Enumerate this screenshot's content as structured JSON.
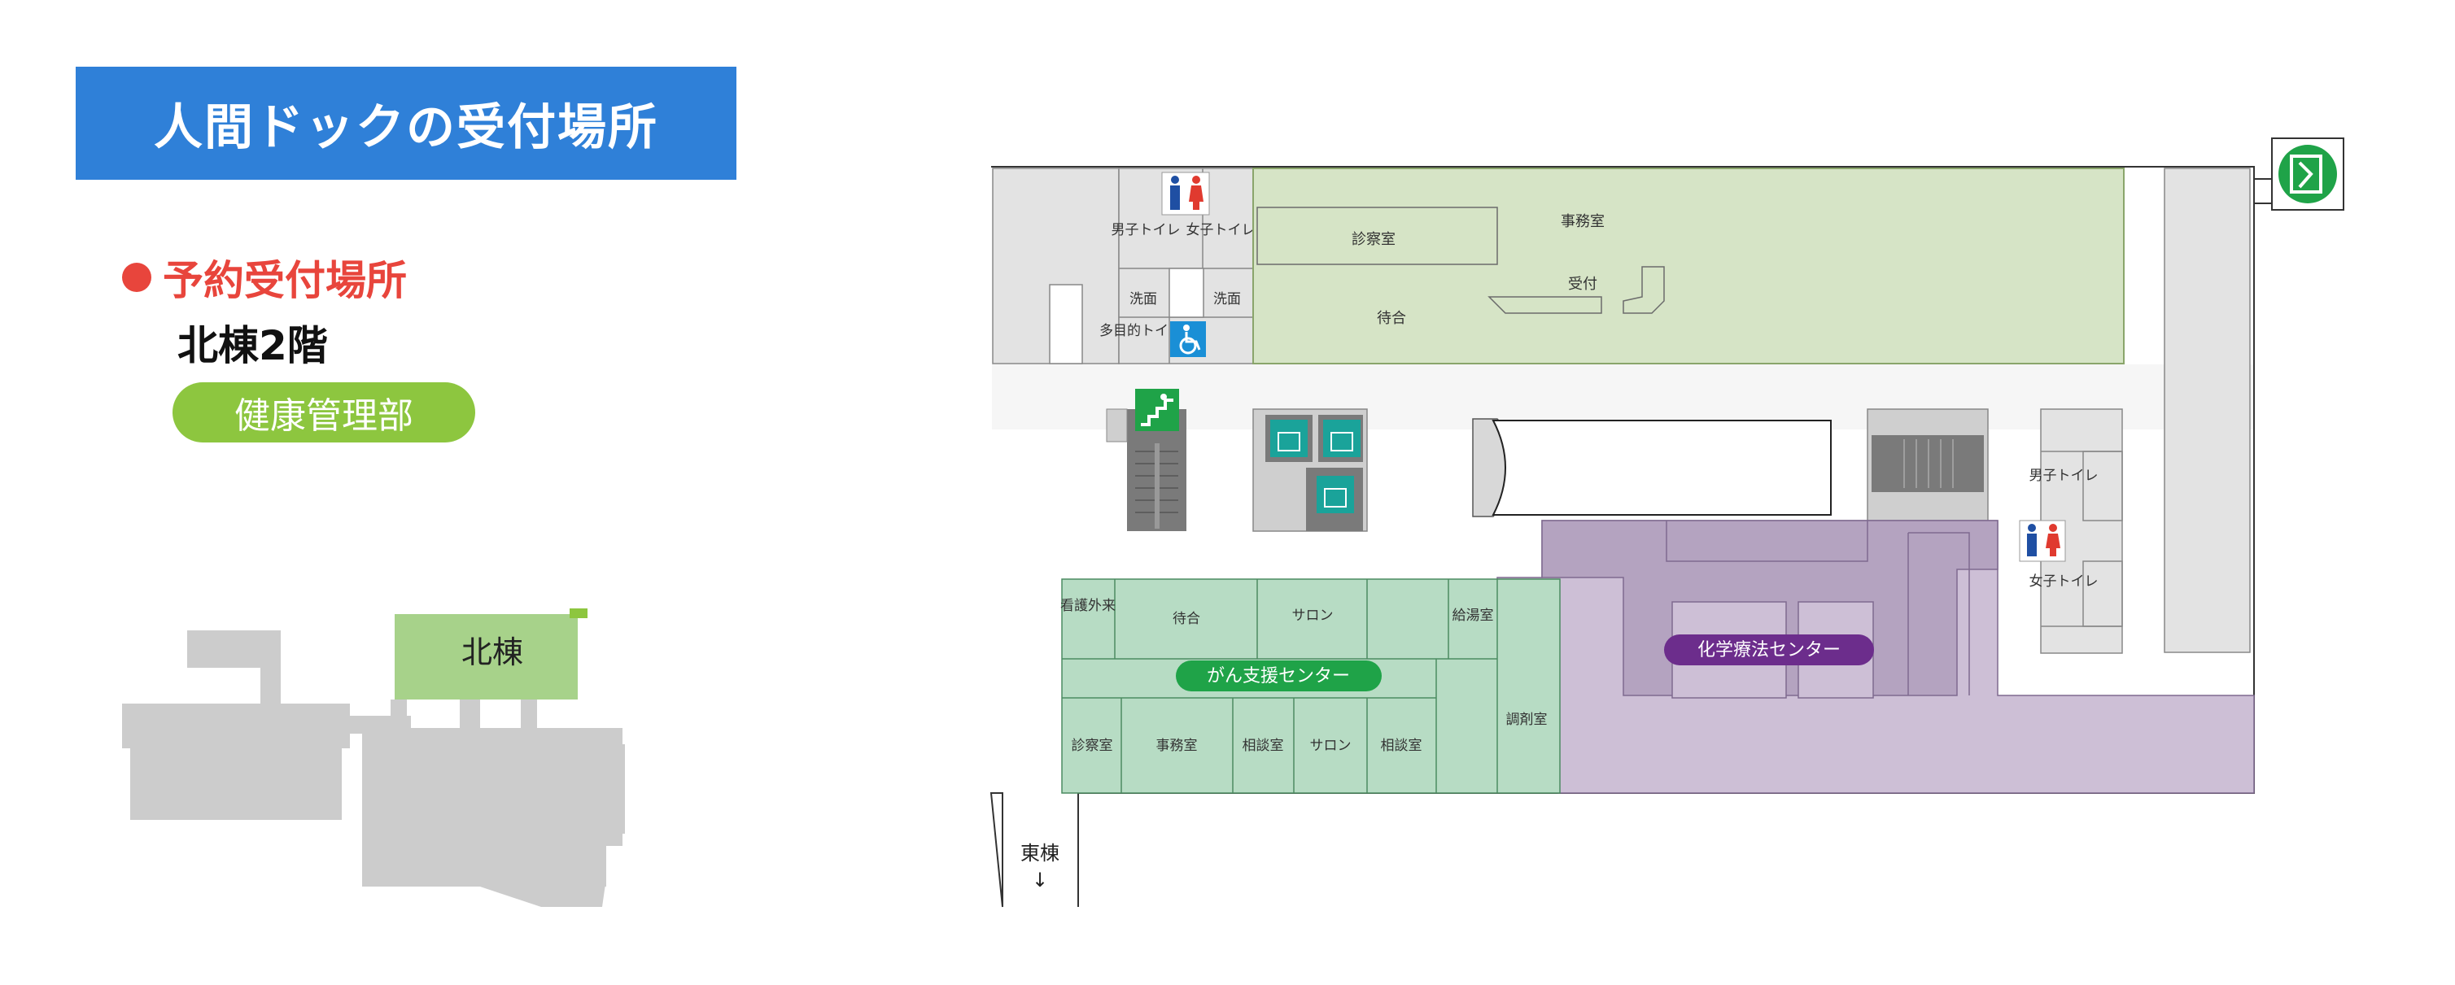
{
  "title": "人間ドックの受付場所",
  "reservation": {
    "label": "予約受付場所",
    "floor": "北棟2階",
    "department": "健康管理部"
  },
  "overview": {
    "north_building": "北棟"
  },
  "map": {
    "east_building": "東棟",
    "east_arrow": "↓",
    "rooms": {
      "mens_toilet": "男子トイレ",
      "womens_toilet": "女子トイレ",
      "washroom": "洗面",
      "multi_toilet": "多目的トイレ",
      "shinsatsu": "診察室",
      "jimu": "事務室",
      "uketsuke": "受付",
      "machiai": "待合",
      "kango": "看護外来",
      "salon": "サロン",
      "kyuto": "給湯室",
      "sodan": "相談室",
      "chozai": "調剤室"
    },
    "labels": {
      "cancer_center": "がん支援センター",
      "chemo_center": "化学療法センター"
    }
  },
  "colors": {
    "banner": "#2f80d8",
    "accent_red": "#e8453c",
    "dept_green": "#8dc63f",
    "health_area": "#d6e4c6",
    "cancer_area": "#b7dcc4",
    "cancer_pill": "#1fa348",
    "chemo_area": "#cdbfd6",
    "chemo_pill": "#6c2d8c",
    "building_gray": "#cccccc",
    "north_green": "#a7d28a"
  }
}
